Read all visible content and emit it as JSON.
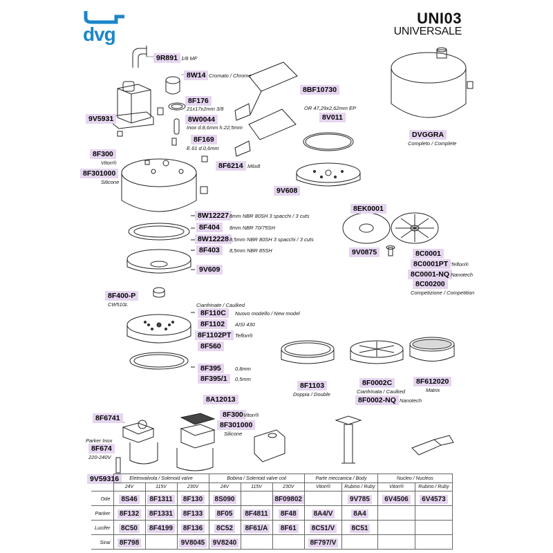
{
  "header": {
    "logo_text": "dvg",
    "title": "UNI03",
    "subtitle": "UNIVERSALE"
  },
  "parts": [
    {
      "id": "p1",
      "code": "9R891",
      "note": "1/8 MF"
    },
    {
      "id": "p2",
      "code": "8W14",
      "note": "Cromato / Chrome"
    },
    {
      "id": "p3",
      "code": "8F176",
      "note": "21x17x2mm 3/8"
    },
    {
      "id": "p4",
      "code": "8W0044",
      "note": "Inox d.8,6mm h.22,5mm"
    },
    {
      "id": "p5",
      "code": "9V5931",
      "note": ""
    },
    {
      "id": "p6",
      "code": "8F169",
      "note": "E.61 d.0,6mm"
    },
    {
      "id": "p7",
      "code": "8F300",
      "note": "Viton®"
    },
    {
      "id": "p8",
      "code": "8F6214",
      "note": "M6x8"
    },
    {
      "id": "p9",
      "code": "8F301000",
      "note": "Silicone"
    },
    {
      "id": "p10",
      "code": "8BF10730",
      "note": ""
    },
    {
      "id": "p11",
      "code": "8V011",
      "note": "OR 47,29x2,62mm EP"
    },
    {
      "id": "p12",
      "code": "DVGGRA",
      "note": "Completo / Complete"
    },
    {
      "id": "p13",
      "code": "9V608",
      "note": ""
    },
    {
      "id": "p14",
      "code": "8EK0001",
      "note": ""
    },
    {
      "id": "p15",
      "code": "8W12227",
      "note": "8mm NBR 80SH 3 spacchi / 3 cuts"
    },
    {
      "id": "p16",
      "code": "8F404",
      "note": "8mm NBR 70/75SH"
    },
    {
      "id": "p17",
      "code": "8W12228",
      "note": "8,5mm NBR 80SH 3 spacchi / 3 cuts"
    },
    {
      "id": "p18",
      "code": "8F403",
      "note": "8,5mm NBR 85SH"
    },
    {
      "id": "p19",
      "code": "9V0875",
      "note": ""
    },
    {
      "id": "p20",
      "code": "8C0001",
      "note": ""
    },
    {
      "id": "p21",
      "code": "8C0001PT",
      "note": "Teflon®"
    },
    {
      "id": "p22",
      "code": "8C0001-NQ",
      "note": "Nanotech"
    },
    {
      "id": "p23",
      "code": "8C00200",
      "note": "Competizione / Competition"
    },
    {
      "id": "p24",
      "code": "9V609",
      "note": ""
    },
    {
      "id": "p25",
      "code": "8F400-P",
      "note": "CW510L"
    },
    {
      "id": "p26",
      "code": "8F110C",
      "note": "Nuovo modello / New model"
    },
    {
      "id": "p27",
      "code": "8F1102",
      "note": "AISI 430"
    },
    {
      "id": "p28",
      "code": "8F1102PT",
      "note": "Teflon®"
    },
    {
      "id": "p29",
      "code": "8F560",
      "note": ""
    },
    {
      "id": "p30",
      "code": "8F395",
      "note": "0,8mm"
    },
    {
      "id": "p31",
      "code": "8F395/1",
      "note": "0,5mm"
    },
    {
      "id": "p32",
      "code": "8F1103",
      "note": "Doppia / Double"
    },
    {
      "id": "p33",
      "code": "8F0002C",
      "note": "Cianfrinata / Caulked"
    },
    {
      "id": "p34",
      "code": "8F0002-NQ",
      "note": "Nanotech"
    },
    {
      "id": "p35",
      "code": "8F612020",
      "note": "Matrix"
    },
    {
      "id": "p36",
      "code": "8A12013",
      "note": ""
    },
    {
      "id": "p37",
      "code": "8F6741",
      "note": ""
    },
    {
      "id": "p38",
      "code": "8F300",
      "note": "Viton®"
    },
    {
      "id": "p39",
      "code": "8F301000",
      "note": "Silicone"
    },
    {
      "id": "p40",
      "code": "8F674",
      "note": "220-240V"
    },
    {
      "id": "p41",
      "code": "9V59316",
      "note": ""
    }
  ],
  "caption_above_8F110C": "Cianfrinate / Caulked",
  "caption_above_8F674": "Parker Inox",
  "table": {
    "groups": [
      "Eletrovalvola / Solenoid valve",
      "Bobina / Solenoid valve coil",
      "Parte meccanica / Body",
      "Nucleo / Nucleos"
    ],
    "subheaders": [
      "24V",
      "115V",
      "230V",
      "24V",
      "115V",
      "230V",
      "Viton®",
      "Rubino / Ruby",
      "Viton®",
      "Rubino / Ruby"
    ],
    "rows": [
      {
        "label": "Ode",
        "cells": [
          "8S46",
          "8F1311",
          "8F130",
          "8S090",
          "",
          "8F09802",
          "",
          "9V785",
          "6V4506",
          "6V4573"
        ]
      },
      {
        "label": "Parker",
        "cells": [
          "8F132",
          "8F1331",
          "8F133",
          "8F05",
          "8F4811",
          "8F48",
          "8A4/V",
          "8A4",
          "",
          ""
        ]
      },
      {
        "label": "Lucifer",
        "cells": [
          "8C50",
          "8F4199",
          "8F136",
          "8C52",
          "8F61/A",
          "8F61",
          "8C51/V",
          "8C51",
          "",
          ""
        ]
      },
      {
        "label": "Sirai",
        "cells": [
          "8F798",
          "",
          "9V8045",
          "9V8240",
          "",
          "",
          "8F797/V",
          "",
          "",
          ""
        ]
      }
    ]
  }
}
